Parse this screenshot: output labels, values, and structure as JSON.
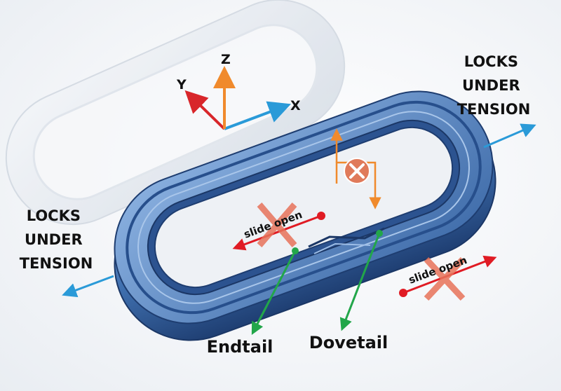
{
  "axes": {
    "x": "X",
    "y": "Y",
    "z": "Z"
  },
  "right_label": {
    "lines": [
      "LOCKS",
      "UNDER",
      "TENSION"
    ]
  },
  "left_label": {
    "lines": [
      "LOCKS",
      "UNDER",
      "TENSION"
    ]
  },
  "slide_top": "slide open",
  "slide_bottom": "slide open",
  "callouts": {
    "endtail": "Endtail",
    "dovetail": "Dovetail"
  },
  "colors": {
    "ring": "#3f6fae",
    "ring_dark": "#1f3f73",
    "ring_light": "#7ea6d8",
    "ghost": "#dfe5ec",
    "axis_x": "#2a9ad8",
    "axis_y": "#d8262a",
    "axis_z": "#f08a2c",
    "tension": "#2a9ad8",
    "callout": "#22a64a",
    "slide_arrow": "#e01b24",
    "cross": "#e07a5a",
    "blocked": "#e8735a"
  }
}
